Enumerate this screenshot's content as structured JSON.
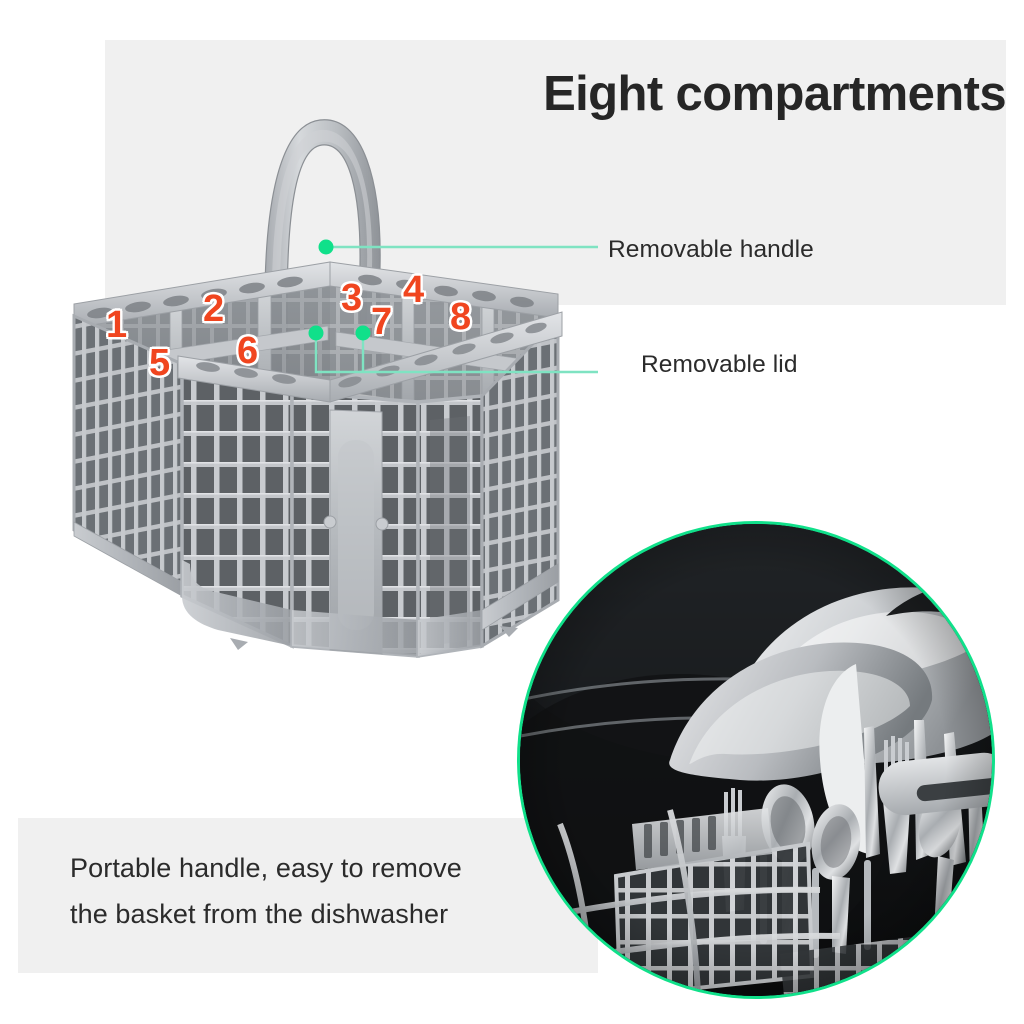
{
  "headline": "Eight compartments",
  "callouts": [
    {
      "id": "removable-handle",
      "text": "Removable handle"
    },
    {
      "id": "removable-lid",
      "text": "Removable lid"
    }
  ],
  "caption": {
    "line1": "Portable handle, easy to remove",
    "line2": "the basket from the dishwasher"
  },
  "compartment_numbers": [
    {
      "label": "1"
    },
    {
      "label": "2"
    },
    {
      "label": "3"
    },
    {
      "label": "4"
    },
    {
      "label": "5"
    },
    {
      "label": "6"
    },
    {
      "label": "7"
    },
    {
      "label": "8"
    }
  ],
  "colors": {
    "panel_background": "#f0f0f0",
    "page_background": "#ffffff",
    "headline_text": "#262626",
    "body_text": "#2b2b2b",
    "number_accent": "#f0451f",
    "number_outline": "#ffffff",
    "leader_dot": "#10e08a",
    "leader_line": "#7fe3c2",
    "photo_ring": "#10e08a",
    "basket_plastic": "#b9bcc0"
  }
}
